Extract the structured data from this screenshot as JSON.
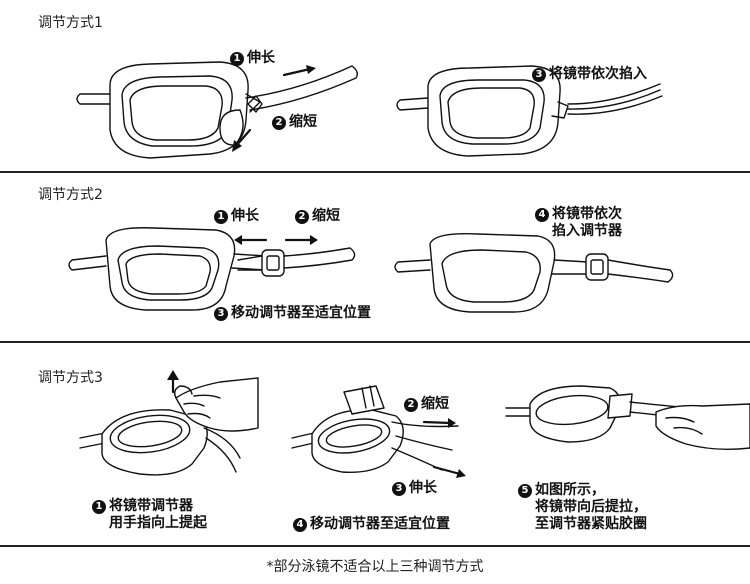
{
  "panels": [
    {
      "title": "调节方式1",
      "labels": {
        "stretch": {
          "num": "1",
          "text": "伸长"
        },
        "shorten": {
          "num": "2",
          "text": "缩短"
        },
        "insert": {
          "num": "3",
          "text": "将镜带依次掐入"
        }
      }
    },
    {
      "title": "调节方式2",
      "labels": {
        "stretch": {
          "num": "1",
          "text": "伸长"
        },
        "shorten": {
          "num": "2",
          "text": "缩短"
        },
        "move": {
          "num": "3",
          "text": "移动调节器至适宜位置"
        },
        "insert": {
          "num": "4",
          "line1": "将镜带依次",
          "line2": "掐入调节器"
        }
      }
    },
    {
      "title": "调节方式3",
      "labels": {
        "lift": {
          "num": "1",
          "line1": "将镜带调节器",
          "line2": "用手指向上提起"
        },
        "shorten": {
          "num": "2",
          "text": "缩短"
        },
        "stretch": {
          "num": "3",
          "text": "伸长"
        },
        "move": {
          "num": "4",
          "text": "移动调节器至适宜位置"
        },
        "fit": {
          "num": "5",
          "line1": "如图所示，",
          "line2": "将镜带向后提拉，",
          "line3": "至调节器紧贴胶圈"
        }
      }
    }
  ],
  "footnote": "*部分泳镜不适合以上三种调节方式"
}
